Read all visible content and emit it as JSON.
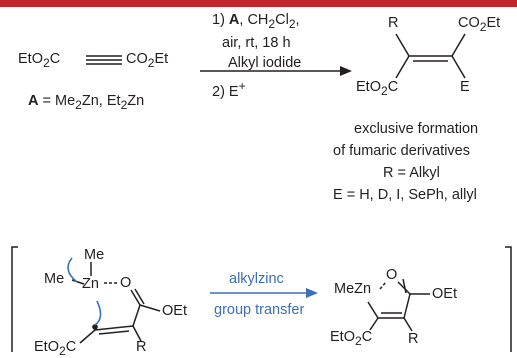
{
  "colors": {
    "top_bar": "#c0272d",
    "arrow_accent": "#3b6fb6",
    "ink": "#231f20"
  },
  "top": {
    "reactant": {
      "left": "EtO",
      "left_sub": "2",
      "left_tail": "C",
      "right": "CO",
      "right_sub": "2",
      "right_tail": "Et"
    },
    "conditions": {
      "line1_pre": "1) ",
      "line1_bold": "A",
      "line1_mid": ", CH",
      "line1_sub1": "2",
      "line1_tail": "Cl",
      "line1_sub2": "2",
      "line1_comma": ",",
      "line2": "air, rt, 18 h",
      "line3": "Alkyl iodide",
      "line4_pre": "2) E",
      "line4_sup": "+"
    },
    "reagent_def": {
      "bold": "A",
      "eq": " = Me",
      "sub1": "2",
      "zn1": "Zn, Et",
      "sub2": "2",
      "zn2": "Zn"
    },
    "product": {
      "r": "R",
      "co2et": "CO",
      "co2et_sub": "2",
      "co2et_tail": "Et",
      "eto2c": "EtO",
      "eto2c_sub": "2",
      "eto2c_tail": "C",
      "e": "E"
    },
    "notes": {
      "line1": "exclusive formation",
      "line2": "of fumaric derivatives",
      "line3": "R = Alkyl",
      "line4": "E = H, D, I, SePh, allyl"
    }
  },
  "bottom": {
    "intermediate": {
      "me_top": "Me",
      "me_left": "Me",
      "zn": "Zn",
      "o": "O",
      "oet": "OEt",
      "eto": "EtO",
      "eto_sub": "2",
      "eto_tail": "C",
      "r": "R"
    },
    "arrow": {
      "above": "alkylzinc",
      "below": "group transfer"
    },
    "product": {
      "mezn": "MeZn",
      "o": "O",
      "oet": "OEt",
      "eto": "EtO",
      "eto_sub": "2",
      "eto_tail": "C",
      "r": "R"
    }
  }
}
